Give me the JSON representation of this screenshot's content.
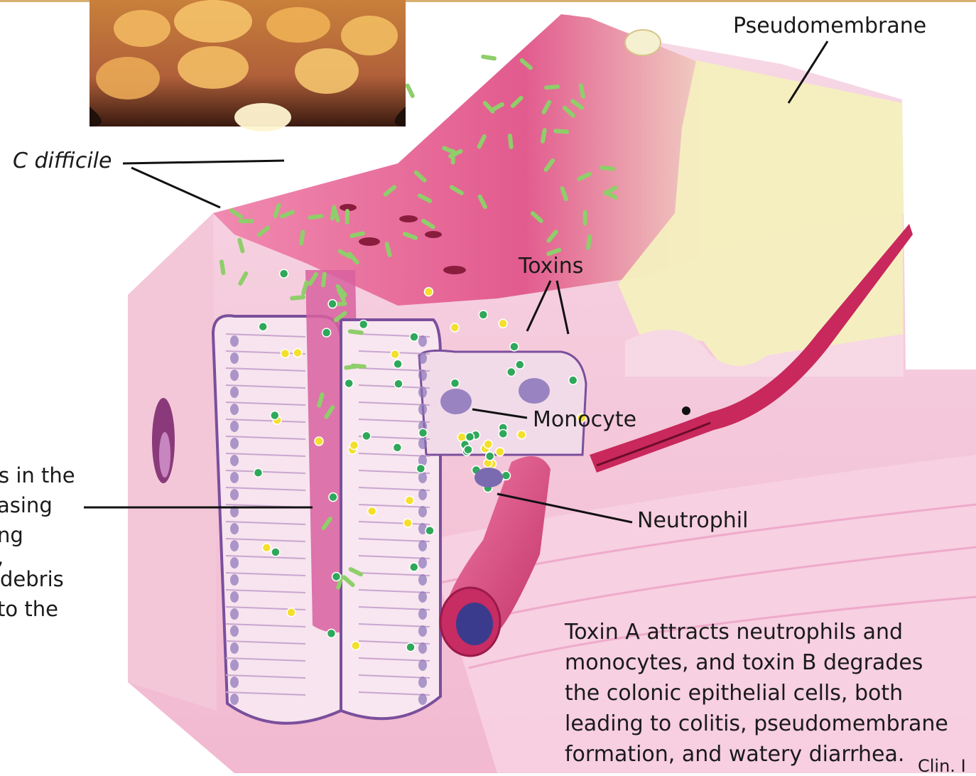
{
  "labels": {
    "pseudomembrane": "Pseudomembrane",
    "c_difficile": "C difficile",
    "toxins": "Toxins",
    "monocyte": "Monocyte",
    "neutrophil": "Neutrophil"
  },
  "left_note_fragments": [
    "s in the",
    "asing",
    "ng",
    ",",
    "debris",
    "to the"
  ],
  "caption_lines": [
    "Toxin A attracts neutrophils and",
    "monocytes, and toxin B degrades",
    "the colonic epithelial cells, both",
    "leading to colitis, pseudomembrane",
    "formation, and watery diarrhea."
  ],
  "citation": "Clin. I",
  "colors": {
    "mucosa_pink": "#e46a98",
    "tissue_pale": "#f3c6d6",
    "pseudomembrane_yellow": "#f2ecb4",
    "bacteria_green": "#8fce6a",
    "toxin_yellow": "#f4e02c",
    "toxin_green": "#2fa85a",
    "cell_purple": "#8a73b8"
  }
}
